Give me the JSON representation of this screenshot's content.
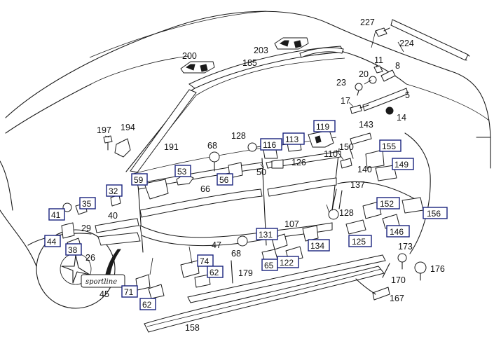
{
  "diagram": {
    "highlight_color": "#1a237e",
    "emblem_text": "sportline",
    "labels": [
      {
        "id": "l227",
        "text": "227"
      },
      {
        "id": "l224",
        "text": "224"
      },
      {
        "id": "l200",
        "text": "200"
      },
      {
        "id": "l203",
        "text": "203"
      },
      {
        "id": "l185",
        "text": "185"
      },
      {
        "id": "l11",
        "text": "11"
      },
      {
        "id": "l8",
        "text": "8"
      },
      {
        "id": "l20",
        "text": "20"
      },
      {
        "id": "l23",
        "text": "23"
      },
      {
        "id": "l5",
        "text": "5"
      },
      {
        "id": "l17",
        "text": "17"
      },
      {
        "id": "l14",
        "text": "14"
      },
      {
        "id": "l197",
        "text": "197"
      },
      {
        "id": "l194",
        "text": "194"
      },
      {
        "id": "l191",
        "text": "191"
      },
      {
        "id": "l128a",
        "text": "128"
      },
      {
        "id": "l68a",
        "text": "68"
      },
      {
        "id": "l143",
        "text": "143"
      },
      {
        "id": "l150",
        "text": "150"
      },
      {
        "id": "l110",
        "text": "110"
      },
      {
        "id": "l126",
        "text": "126"
      },
      {
        "id": "l50",
        "text": "50"
      },
      {
        "id": "l140",
        "text": "140"
      },
      {
        "id": "l66",
        "text": "66"
      },
      {
        "id": "l137",
        "text": "137"
      },
      {
        "id": "l40",
        "text": "40"
      },
      {
        "id": "l29",
        "text": "29"
      },
      {
        "id": "l128b",
        "text": "128"
      },
      {
        "id": "l107",
        "text": "107"
      },
      {
        "id": "l47",
        "text": "47"
      },
      {
        "id": "l26",
        "text": "26"
      },
      {
        "id": "l68b",
        "text": "68"
      },
      {
        "id": "l173",
        "text": "173"
      },
      {
        "id": "l179",
        "text": "179"
      },
      {
        "id": "l176",
        "text": "176"
      },
      {
        "id": "l45",
        "text": "45"
      },
      {
        "id": "l170",
        "text": "170"
      },
      {
        "id": "l167",
        "text": "167"
      },
      {
        "id": "l158",
        "text": "158"
      }
    ],
    "boxed_labels": [
      {
        "id": "b119",
        "text": "119"
      },
      {
        "id": "b116",
        "text": "116"
      },
      {
        "id": "b113",
        "text": "113"
      },
      {
        "id": "b155",
        "text": "155"
      },
      {
        "id": "b149",
        "text": "149"
      },
      {
        "id": "b53",
        "text": "53"
      },
      {
        "id": "b59",
        "text": "59"
      },
      {
        "id": "b56",
        "text": "56"
      },
      {
        "id": "b32",
        "text": "32"
      },
      {
        "id": "b35",
        "text": "35"
      },
      {
        "id": "b41",
        "text": "41"
      },
      {
        "id": "b152",
        "text": "152"
      },
      {
        "id": "b156",
        "text": "156"
      },
      {
        "id": "b146",
        "text": "146"
      },
      {
        "id": "b44",
        "text": "44"
      },
      {
        "id": "b131",
        "text": "131"
      },
      {
        "id": "b134",
        "text": "134"
      },
      {
        "id": "b125",
        "text": "125"
      },
      {
        "id": "b38",
        "text": "38"
      },
      {
        "id": "b74",
        "text": "74"
      },
      {
        "id": "b62a",
        "text": "62"
      },
      {
        "id": "b65",
        "text": "65"
      },
      {
        "id": "b122",
        "text": "122"
      },
      {
        "id": "b71",
        "text": "71"
      },
      {
        "id": "b62b",
        "text": "62"
      }
    ]
  }
}
